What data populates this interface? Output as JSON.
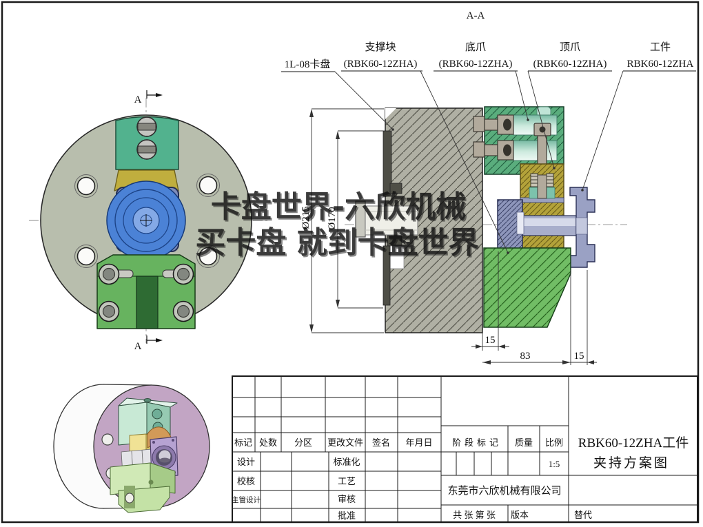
{
  "watermark": {
    "line1": "卡盘世界-六欣机械",
    "line2": "买卡盘 就到卡盘世界",
    "color": "#3f8fd6"
  },
  "section": {
    "label": "A-A",
    "marker": "A"
  },
  "part_labels": {
    "chuck": {
      "name": "1L-08卡盘"
    },
    "support": {
      "name": "支撑块",
      "sub": "(RBK60-12ZHA)"
    },
    "base_jaw": {
      "name": "底爪",
      "sub": "(RBK60-12ZHA)"
    },
    "top_jaw": {
      "name": "顶爪",
      "sub": "(RBK60-12ZHA)"
    },
    "workpiece": {
      "name": "工件",
      "sub": "RBK60-12ZHA"
    }
  },
  "dims": {
    "dia215": "Ø215",
    "dia170": "Ø170",
    "jaw_offset": "15",
    "span": "83",
    "flange": "15"
  },
  "title_block": {
    "rev_headers": [
      "标记",
      "处数",
      "分区",
      "更改文件",
      "签名",
      "年月日"
    ],
    "design": "设计",
    "check": "校核",
    "chief_design": "主管设计",
    "standardize": "标准化",
    "process": "工艺",
    "audit": "审核",
    "approve": "批准",
    "stage_mark": "阶段标记",
    "mass": "质量",
    "scale_label": "比例",
    "scale_value": "1:5",
    "company": "东莞市六欣机械有限公司",
    "title_line1": "RBK60-12ZHA工件",
    "title_line2": "夹持方案图",
    "sheets": "共 张 第 张",
    "version": "版本",
    "replace": "替代"
  }
}
